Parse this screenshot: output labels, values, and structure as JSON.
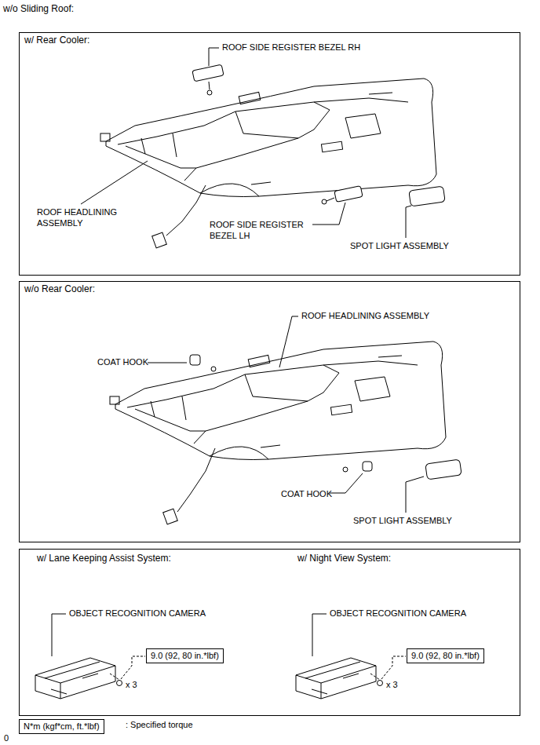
{
  "diagram": {
    "title": "w/o Sliding Roof:",
    "nodes": [
      {
        "text": [
          "w/ Rear Cooler:"
        ]
      },
      {
        "text": [
          "w/o Rear Cooler:"
        ]
      },
      {
        "text": [
          "w/ Lane Keeping Assist System:",
          "w/ Night View System:"
        ]
      },
      {
        "text": [
          "9.0 (92, 80 in.*lbf)"
        ],
        "in": 2
      },
      {
        "text": [
          "9.0 (92, 80 in.*lbf)"
        ],
        "in": 2
      },
      {
        "text": [
          "N*m (kgf*cm, ft.*lbf)"
        ]
      }
    ],
    "edges": [],
    "labels": [
      "ROOF SIDE REGISTER BEZEL RH",
      "ROOF HEADLINING ASSEMBLY",
      "ROOF SIDE REGISTER BEZEL LH",
      "SPOT LIGHT ASSEMBLY",
      "ROOF HEADLINING ASSEMBLY",
      "COAT HOOK",
      "COAT HOOK",
      "SPOT LIGHT ASSEMBLY",
      "OBJECT RECOGNITION CAMERA",
      "OBJECT RECOGNITION CAMERA",
      "x 3",
      "x 3",
      ": Specified torque",
      "0"
    ]
  }
}
